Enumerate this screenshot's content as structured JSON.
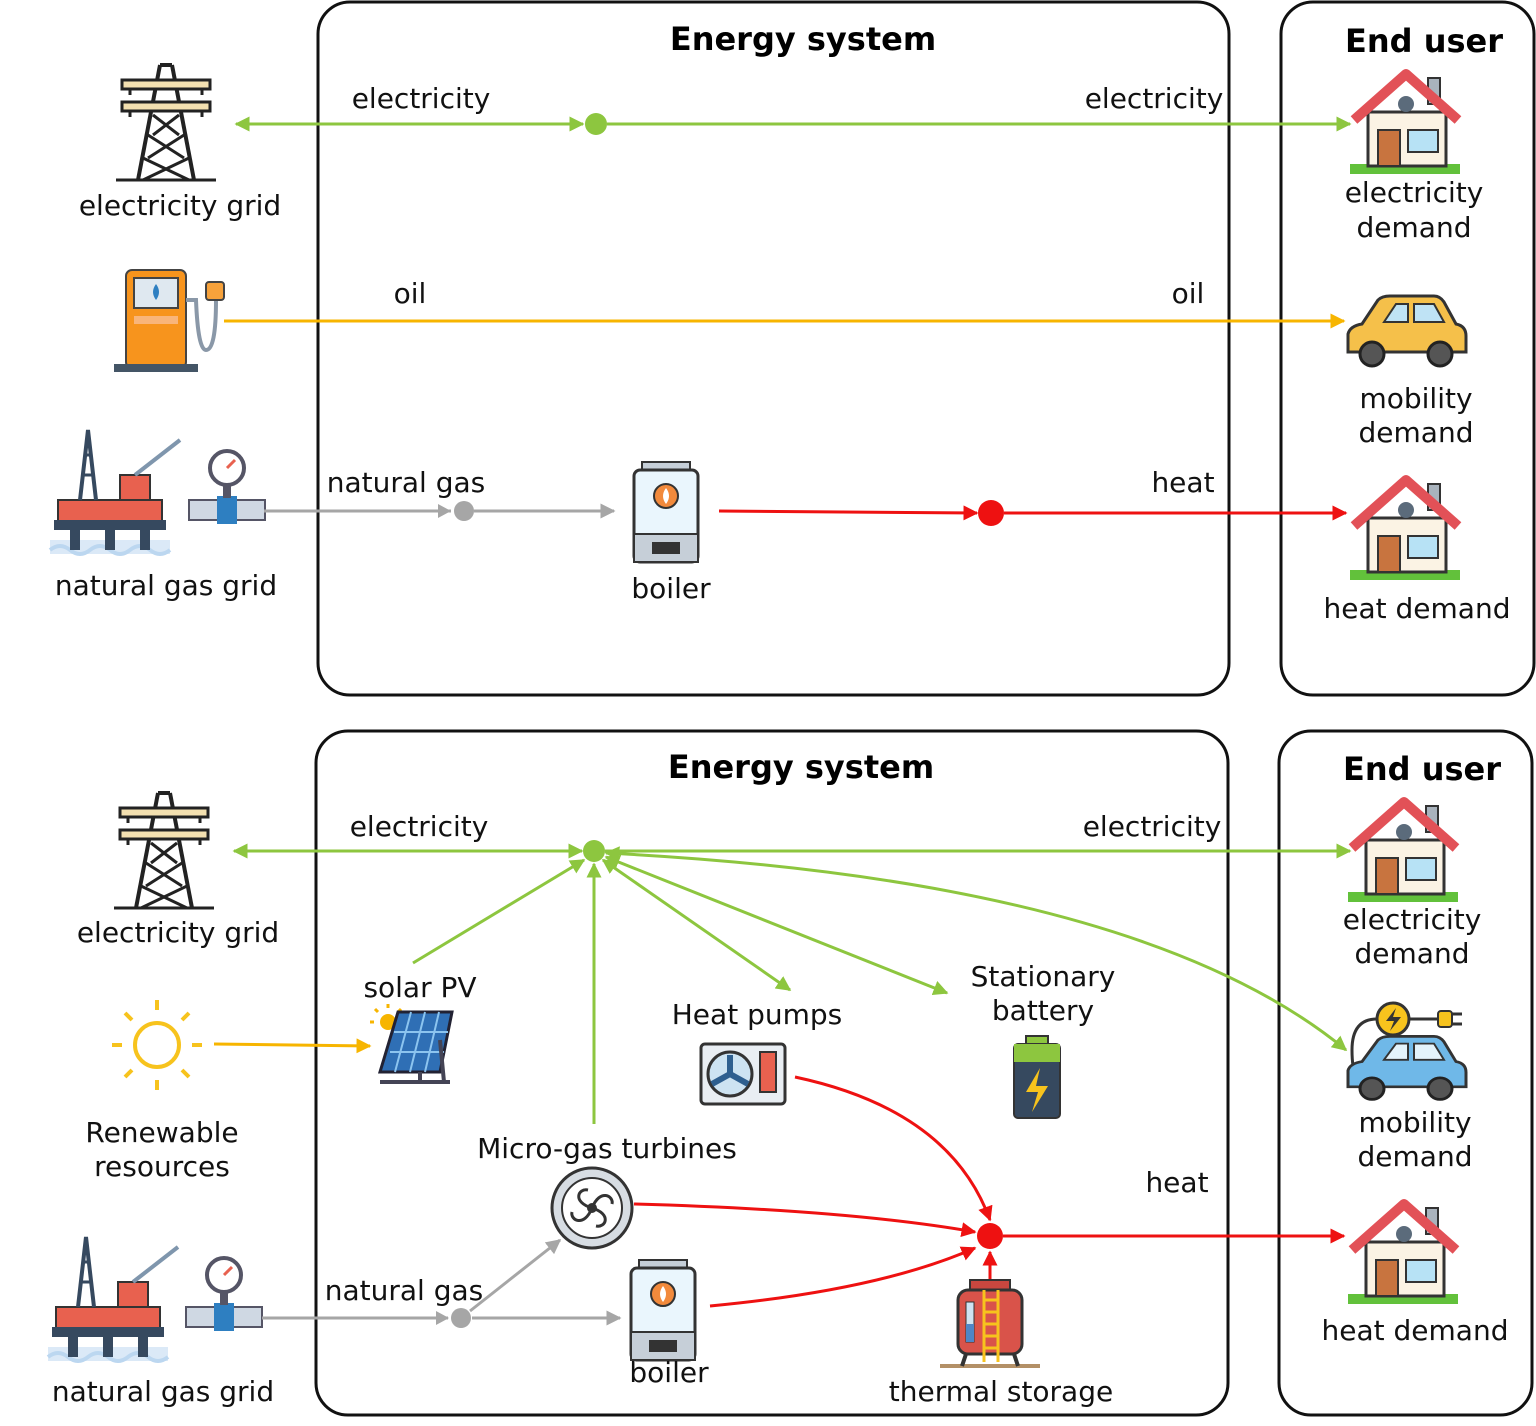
{
  "colors": {
    "electricity": "#8dc63f",
    "oil": "#f7b500",
    "gas": "#a6a6a6",
    "heat": "#ee1111"
  },
  "top": {
    "energy_system_title": "Energy system",
    "end_user_title": "End user",
    "sources": {
      "electricity_grid": "electricity grid",
      "natural_gas_grid": "natural gas grid"
    },
    "flows": {
      "electricity_in": "electricity",
      "electricity_out": "electricity",
      "oil_in": "oil",
      "oil_out": "oil",
      "natural_gas": "natural gas",
      "heat": "heat"
    },
    "converters": {
      "boiler": "boiler"
    },
    "demands": {
      "electricity": [
        "electricity",
        "demand"
      ],
      "mobility": [
        "mobility",
        "demand"
      ],
      "heat": "heat demand"
    }
  },
  "bottom": {
    "energy_system_title": "Energy system",
    "end_user_title": "End user",
    "sources": {
      "electricity_grid": "electricity grid",
      "renewable": [
        "Renewable",
        "resources"
      ],
      "natural_gas_grid": "natural gas grid"
    },
    "flows": {
      "electricity_in": "electricity",
      "electricity_out": "electricity",
      "natural_gas": "natural gas",
      "heat": "heat"
    },
    "converters": {
      "solar_pv": "solar PV",
      "heat_pumps": "Heat pumps",
      "battery": [
        "Stationary",
        "battery"
      ],
      "micro_gas_turbines": "Micro-gas turbines",
      "boiler": "boiler",
      "thermal_storage": "thermal storage"
    },
    "demands": {
      "electricity": [
        "electricity",
        "demand"
      ],
      "mobility": [
        "mobility",
        "demand"
      ],
      "heat": "heat demand"
    }
  },
  "icons": [
    "power-tower-icon",
    "fuel-pump-icon",
    "oil-rig-icon",
    "pressure-gauge-icon",
    "boiler-icon",
    "house-icon",
    "car-icon",
    "ev-charging-icon",
    "sun-icon",
    "solar-panel-icon",
    "heat-pump-icon",
    "battery-icon",
    "turbine-icon",
    "storage-tank-icon"
  ]
}
